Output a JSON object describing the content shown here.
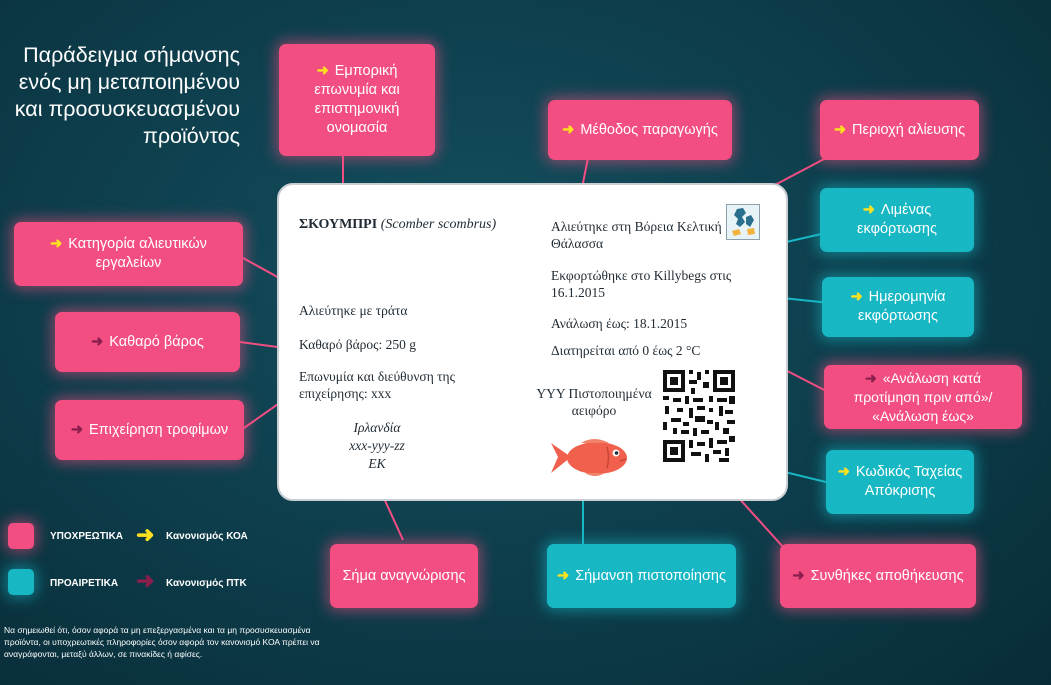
{
  "title": "Παράδειγμα σήμανσης ενός μη μεταποιημένου και προσυσκευασμένου προϊόντος",
  "callouts": {
    "commercial_name": "Εμπορική επωνυμία και επιστημονική ονομασία",
    "production_method": "Μέθοδος παραγωγής",
    "catch_area": "Περιοχή αλίευσης",
    "gear_category": "Κατηγορία αλιευτικών εργαλείων",
    "landing_port": "Λιμένας εκφόρτωσης",
    "landing_date": "Ημερομηνία εκφόρτωσης",
    "net_weight": "Καθαρό βάρος",
    "best_before": "«Ανάλωση κατά προτίμηση πριν από»/ «Ανάλωση έως»",
    "food_business": "Επιχείρηση τροφίμων",
    "qr_code": "Κωδικός Ταχείας Απόκρισης",
    "id_mark": "Σήμα αναγνώρισης",
    "cert_label": "Σήμανση πιστοποίησης",
    "storage": "Συνθήκες αποθήκευσης"
  },
  "label": {
    "species": "ΣΚΟΥΜΠΡΙ",
    "scientific": "(Scomber scombrus)",
    "catch_area": "Αλιεύτηκε στη Βόρεια Κελτική Θάλασσα",
    "landed": "Εκφορτώθηκε στο Killybegs στις 16.1.2015",
    "use_by": "Ανάλωση έως: 18.1.2015",
    "storage": "Διατηρείται από 0 έως 2 °C",
    "caught_with": "Αλιεύτηκε με τράτα",
    "net_weight": "Καθαρό βάρος: 250 g",
    "business": "Επωνυμία και διεύθυνση της επιχείρησης: xxx",
    "id_country": "Ιρλανδία",
    "id_code": "xxx-yyy-zz",
    "id_ek": "ΕΚ",
    "cert": "ΥΥΥ Πιστοποιημένα αειφόρο"
  },
  "legend": {
    "mandatory": "ΥΠΟΧΡΕΩΤΙΚΑ",
    "optional": "ΠΡΟΑΙΡΕΤΙΚΑ",
    "cmo": "Κανονισμός ΚΟΑ",
    "fic": "Κανονισμός ΠΤΚ"
  },
  "footnote": "Να σημειωθεί ότι, όσον αφορά τα μη επεξεργασμένα και τα μη προσυσκευασμένα προϊόντα, οι υποχρεωτικές πληροφορίες όσον αφορά τον κανονισμό ΚΟΑ πρέπει να αναγράφονται, μεταξύ άλλων, σε πινακίδες ή αφίσες.",
  "colors": {
    "mandatory": "#f24e82",
    "optional": "#17b7c4",
    "arrow_cmo": "#ffe21f",
    "arrow_fic": "#8a1f4e",
    "background": "#0d3c4a"
  }
}
